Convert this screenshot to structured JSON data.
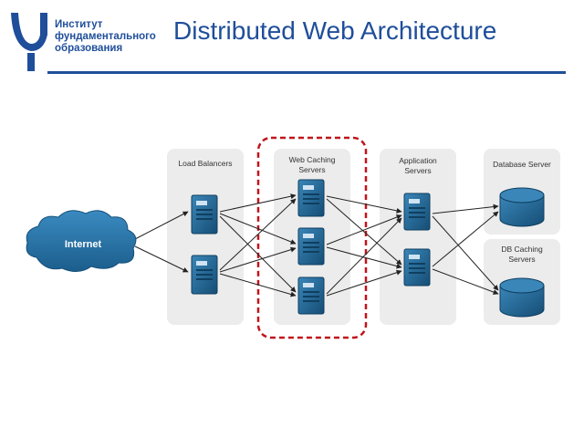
{
  "logo": {
    "line1": "Институт",
    "line2": "фундаментального",
    "line3": "образования"
  },
  "title": "Distributed Web Architecture",
  "diagram": {
    "internet": "Internet",
    "load_balancers": "Load Balancers",
    "web_caching_1": "Web Caching",
    "web_caching_2": "Servers",
    "application_1": "Application",
    "application_2": "Servers",
    "database_server": "Database Server",
    "db_caching_1": "DB Caching",
    "db_caching_2": "Servers"
  },
  "colors": {
    "brand_blue": "#1f4e9a",
    "server_blue": "#1b5e8c",
    "panel_gray": "#ececec",
    "highlight_red": "#c0151a"
  }
}
